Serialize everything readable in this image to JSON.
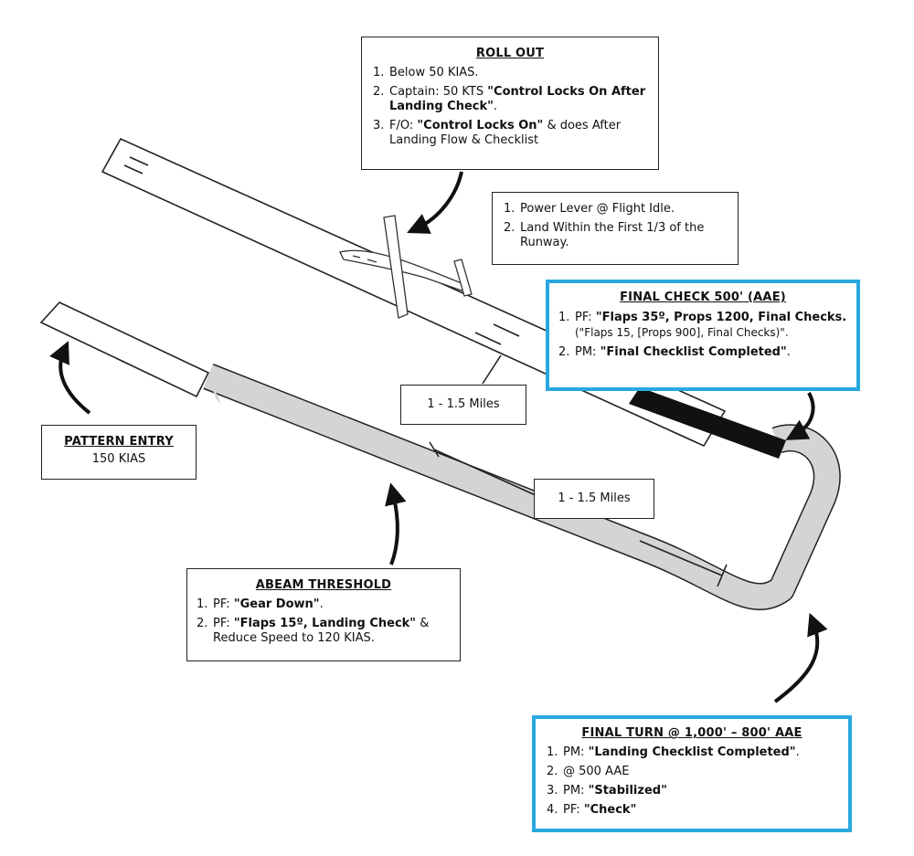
{
  "roll_out": {
    "title": "ROLL OUT",
    "item1": "Below 50 KIAS.",
    "item2_prefix": "Captain: 50 KTS ",
    "item2_bold": "\"Control Locks On After Landing Check\"",
    "item2_suffix": ".",
    "item3_prefix": "F/O: ",
    "item3_bold": "\"Control Locks On\"",
    "item3_suffix": " & does After Landing Flow & Checklist"
  },
  "landing_note": {
    "item1": "Power Lever @ Flight Idle.",
    "item2": "Land Within the First 1/3 of the Runway."
  },
  "final_check": {
    "title": "FINAL CHECK 500' (AAE)",
    "item1_prefix": "PF: ",
    "item1_bold": "\"Flaps 35º, Props 1200, Final Checks.",
    "item1_suffix": " (\"Flaps 15, [Props 900], Final Checks)\".",
    "item2_prefix": "PM: ",
    "item2_bold": "\"Final Checklist Completed\"",
    "item2_suffix": "."
  },
  "distance_upwind": "1 - 1.5 Miles",
  "distance_downwind": "1 - 1.5 Miles",
  "pattern_entry": {
    "title": "PATTERN ENTRY",
    "speed": "150 KIAS"
  },
  "abeam_threshold": {
    "title": "ABEAM THRESHOLD",
    "item1_prefix": "PF: ",
    "item1_bold": "\"Gear Down\"",
    "item1_suffix": ".",
    "item2_prefix": "PF: ",
    "item2_bold": "\"Flaps 15º, Landing Check\"",
    "item2_suffix": " & Reduce Speed to 120 KIAS."
  },
  "final_turn": {
    "title": "FINAL TURN @ 1,000' – 800' AAE",
    "item1_prefix": "PM: ",
    "item1_bold": "\"Landing Checklist Completed\"",
    "item1_suffix": ".",
    "item2": "@ 500 AAE",
    "item3_prefix": "PM: ",
    "item3_bold": "\"Stabilized\"",
    "item4_prefix": "PF: ",
    "item4_bold": "\"Check\""
  },
  "numbers": {
    "n1": "1.",
    "n2": "2.",
    "n3": "3.",
    "n4": "4."
  },
  "colors": {
    "highlight_border": "#29a8e0",
    "pattern_fill": "#d4d4d4",
    "final_segment": "#111111"
  }
}
